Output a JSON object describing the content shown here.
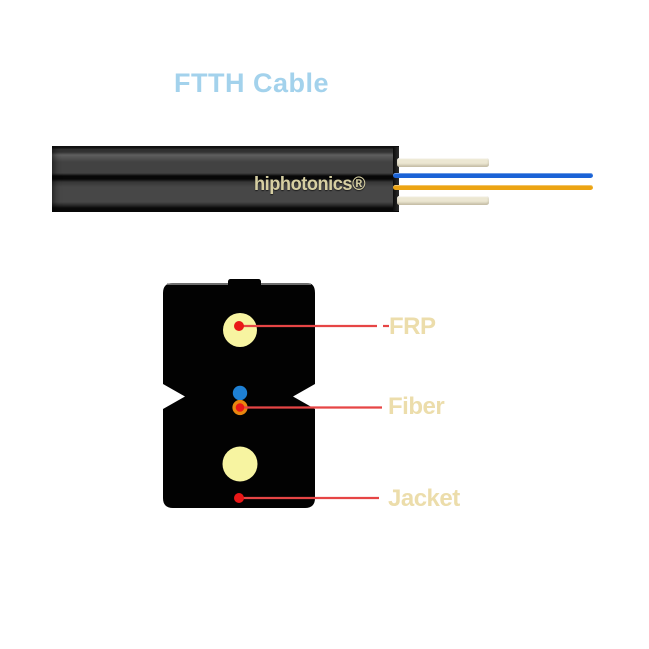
{
  "title": {
    "text": "FTTH Cable",
    "color": "#a3d2ec"
  },
  "cable": {
    "brand_label": "hiphotonics®",
    "parts": {
      "jacket_color": "#3f3f3f",
      "frp_rod_color": "#ece7d2",
      "fiber_blue_color": "#1b63d6",
      "fiber_orange_color": "#eca413"
    }
  },
  "diagram": {
    "cross_section_color": "#020202",
    "frp_circle_color": "#f7f4a1",
    "fiber_blue_dot_color": "#1e80d4",
    "fiber_orange_ring_color": "#e8860f",
    "marker_color": "#e91717",
    "leader_color": "#e64545",
    "label_color": "#ecddab",
    "labels": [
      {
        "id": "frp",
        "text": "FRP"
      },
      {
        "id": "fiber",
        "text": "Fiber"
      },
      {
        "id": "jacket",
        "text": "Jacket"
      }
    ]
  }
}
